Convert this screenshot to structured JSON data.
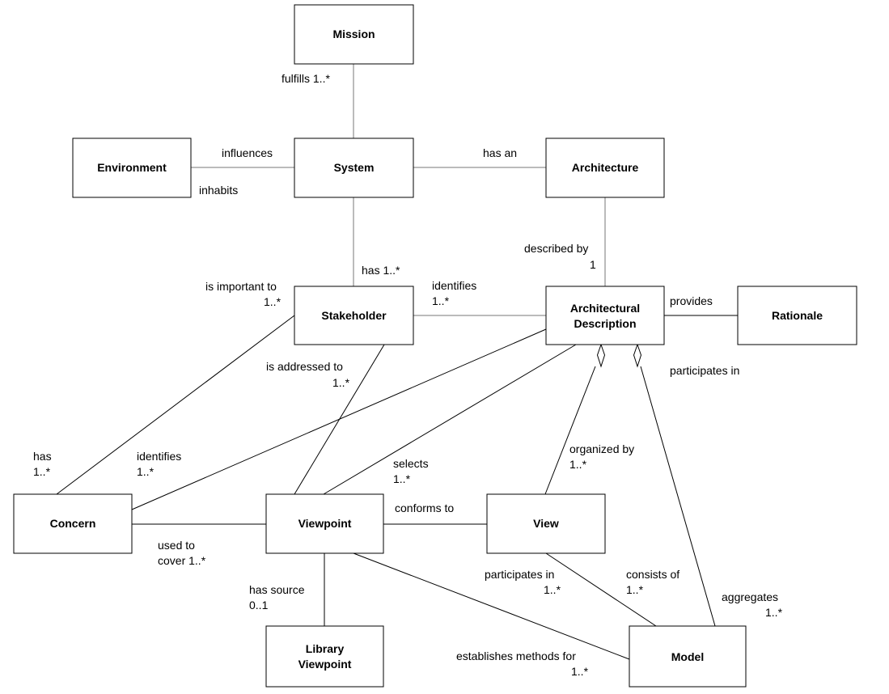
{
  "nodes": {
    "mission": "Mission",
    "system": "System",
    "environment": "Environment",
    "architecture": "Architecture",
    "stakeholder": "Stakeholder",
    "architectural_description": [
      "Architectural",
      "Description"
    ],
    "rationale": "Rationale",
    "concern": "Concern",
    "viewpoint": "Viewpoint",
    "view": "View",
    "library_viewpoint": [
      "Library",
      "Viewpoint"
    ],
    "model": "Model"
  },
  "labels": {
    "fulfills": "fulfills 1..*",
    "influences": "influences",
    "inhabits": "inhabits",
    "has_an": "has an",
    "described_by": "described by",
    "described_by_mult": "1",
    "has_stakeholder": "has 1..*",
    "is_important_to": "is important to",
    "is_important_to_mult": "1..*",
    "identifies_stakeholder": "identifies",
    "identifies_stakeholder_mult": "1..*",
    "provides": "provides",
    "participates_in_rationale": "participates in",
    "is_addressed_to": "is addressed to",
    "is_addressed_to_mult": "1..*",
    "has_concern": "has",
    "has_concern_mult": "1..*",
    "identifies_concern": "identifies",
    "identifies_concern_mult": "1..*",
    "selects": "selects",
    "selects_mult": "1..*",
    "organized_by": "organized by",
    "organized_by_mult": "1..*",
    "conforms_to": "conforms to",
    "used_to": "used to",
    "cover": "cover 1..*",
    "participates_in_view": "participates in",
    "participates_in_view_mult": "1..*",
    "consists_of": "consists of",
    "consists_of_mult": "1..*",
    "aggregates": "aggregates",
    "aggregates_mult": "1..*",
    "has_source": "has source",
    "has_source_mult": "0..1",
    "establishes_methods_for": "establishes methods for",
    "establishes_methods_for_mult": "1..*"
  }
}
